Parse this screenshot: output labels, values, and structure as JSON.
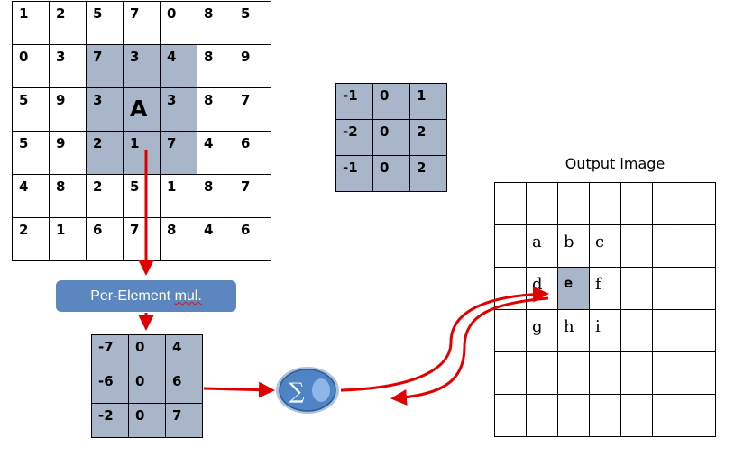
{
  "input_grid": [
    [
      "1",
      "2",
      "5",
      "7",
      "0",
      "8",
      "5"
    ],
    [
      "0",
      "3",
      "7",
      "3",
      "4",
      "8",
      "9"
    ],
    [
      "5",
      "9",
      "3",
      "A",
      "3",
      "8",
      "7"
    ],
    [
      "5",
      "9",
      "2",
      "1",
      "7",
      "4",
      "6"
    ],
    [
      "4",
      "8",
      "2",
      "5",
      "1",
      "8",
      "7"
    ],
    [
      "2",
      "1",
      "6",
      "7",
      "8",
      "4",
      "6"
    ]
  ],
  "kernel": [
    [
      "-1",
      "0",
      "1"
    ],
    [
      "-2",
      "0",
      "2"
    ],
    [
      "-1",
      "0",
      "2"
    ]
  ],
  "operation_label": {
    "prefix": "Per-Element ",
    "squiggle": "mul."
  },
  "product": [
    [
      "-7",
      "0",
      "4"
    ],
    [
      "-6",
      "0",
      "6"
    ],
    [
      "-2",
      "0",
      "7"
    ]
  ],
  "sum_symbol": "∑",
  "output_title": "Output image",
  "output_grid": [
    [
      "",
      "",
      "",
      "",
      "",
      "",
      ""
    ],
    [
      "",
      "a",
      "b",
      "c",
      "",
      "",
      ""
    ],
    [
      "",
      "d",
      "e",
      "f",
      "",
      "",
      ""
    ],
    [
      "",
      "g",
      "h",
      "i",
      "",
      "",
      ""
    ],
    [
      "",
      "",
      "",
      "",
      "",
      "",
      ""
    ],
    [
      "",
      "",
      "",
      "",
      "",
      "",
      ""
    ]
  ],
  "colors": {
    "highlight": "#a9b5c8",
    "arrow": "#e00000",
    "op_box": "#5b86bf",
    "sum_node": "#4f84c4"
  }
}
